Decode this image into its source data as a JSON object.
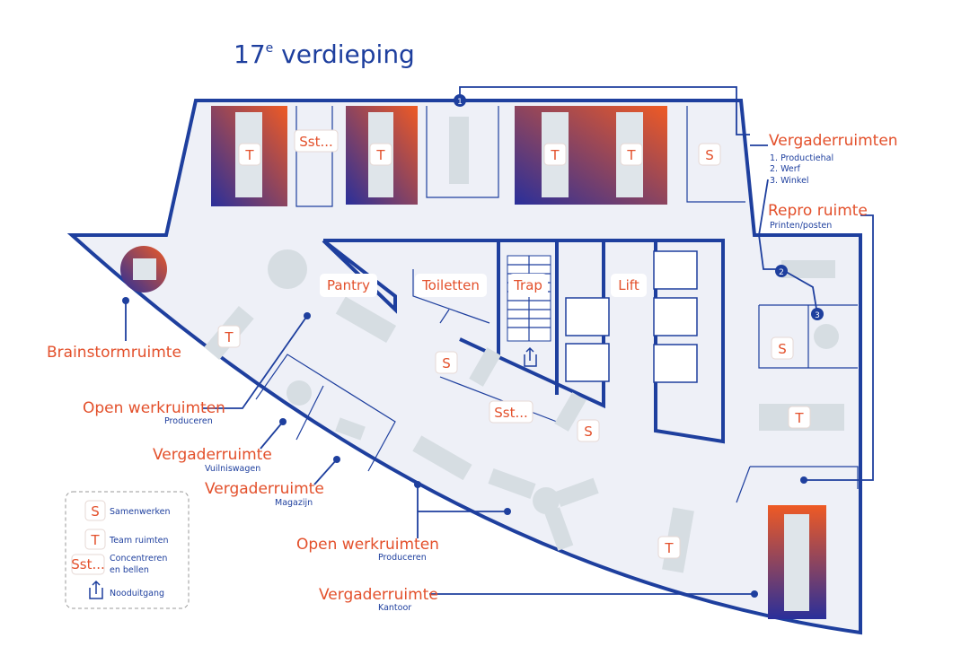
{
  "title": {
    "main": "17",
    "sup": "e",
    "rest": " verdieping"
  },
  "colors": {
    "blue": "#1e3f9e",
    "orange": "#e3502b",
    "gradient_start": "#2a2f9a",
    "gradient_end": "#ef5a24"
  },
  "rooms": {
    "pantry": "Pantry",
    "toilets": "Toiletten",
    "stairs": "Trap",
    "lift": "Lift"
  },
  "badges": {
    "S": "S",
    "T": "T",
    "Sst": "Sst..."
  },
  "markers": [
    "1",
    "2",
    "3"
  ],
  "callouts": {
    "vergaderruimten": {
      "label": "Vergaderruimten",
      "items": [
        "1. Productiehal",
        "2. Werf",
        "3. Winkel"
      ]
    },
    "repro": {
      "label": "Repro ruimte",
      "sub": "Printen/posten"
    },
    "brainstorm": {
      "label": "Brainstormruimte"
    },
    "open1": {
      "label": "Open werkruimten",
      "sub": "Produceren"
    },
    "verg_vuil": {
      "label": "Vergaderruimte",
      "sub": "Vuilniswagen"
    },
    "verg_mag": {
      "label": "Vergaderruimte",
      "sub": "Magazijn"
    },
    "open2": {
      "label": "Open werkruimten",
      "sub": "Produceren"
    },
    "verg_kantoor": {
      "label": "Vergaderruimte",
      "sub": "Kantoor"
    }
  },
  "legend": {
    "samenwerken": "Samenwerken",
    "team": "Team ruimten",
    "concentreren1": "Concentreren",
    "concentreren2": "en bellen",
    "nooduitgang": "Nooduitgang"
  }
}
